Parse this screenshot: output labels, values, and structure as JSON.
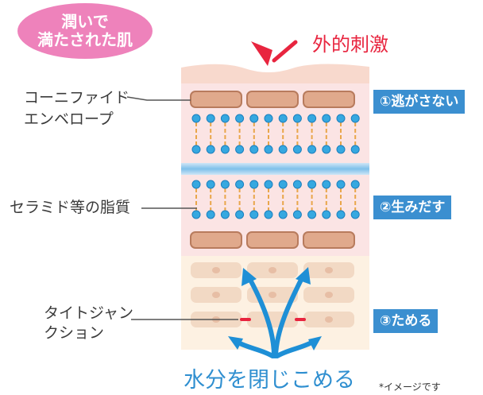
{
  "title": {
    "line1": "潤いで",
    "line2": "満たされた肌"
  },
  "stimulus_label": "外的刺激",
  "labels": {
    "envelope_line1": "コーニファイド",
    "envelope_line2": "エンベロープ",
    "ceramide": "セラミド等の脂質",
    "tj_line1": "タイトジャン",
    "tj_line2": "クション"
  },
  "steps": {
    "step1": "①逃がさない",
    "step2": "②生みだす",
    "step3": "③ためる"
  },
  "bottom_caption": "水分を閉じこめる",
  "note": "*イメージです",
  "colors": {
    "title_bubble": "#ee82bb",
    "stimulus_red": "#e8253f",
    "step_blue": "#3b8fd0",
    "water_blue": "#2f8fd0"
  },
  "chart_data": {
    "type": "diagram",
    "layers": [
      "skin surface",
      "cornified envelope cells",
      "lipid bilayer",
      "lipid bilayer",
      "cornified envelope cells",
      "granular layer with tight junctions"
    ]
  }
}
